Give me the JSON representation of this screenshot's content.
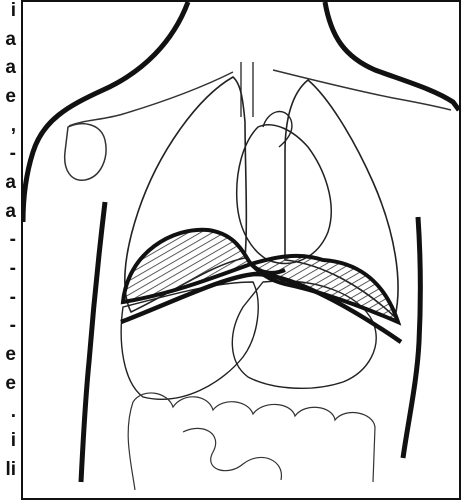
{
  "left_edge_text": [
    "i",
    "a",
    "a",
    "e",
    ",",
    "-",
    "a",
    "a",
    "-",
    "-",
    "-",
    "-",
    "e",
    "e",
    ".",
    "i",
    "li"
  ],
  "figure": {
    "subject": "anatomical line drawing of human torso showing lungs, heart, diaphragm and abdominal organs",
    "colors": {
      "line": "#222222",
      "heavy_line": "#111111",
      "hatch": "#333333",
      "background": "#ffffff"
    }
  }
}
